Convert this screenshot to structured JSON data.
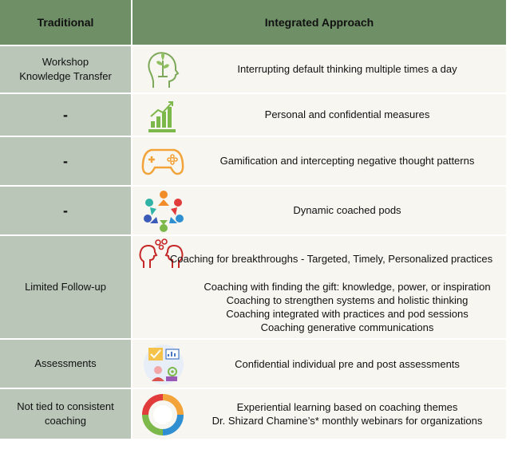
{
  "header": {
    "traditional": "Traditional",
    "integrated": "Integrated Approach"
  },
  "rows": [
    {
      "traditional": [
        "Workshop",
        "Knowledge Transfer"
      ],
      "icon": "head-plant-icon",
      "integrated": [
        "Interrupting default thinking multiple times a day"
      ]
    },
    {
      "traditional": [
        "-"
      ],
      "icon": "bar-chart-growth-icon",
      "integrated": [
        "Personal and confidential measures"
      ]
    },
    {
      "traditional": [
        "-"
      ],
      "icon": "game-controller-icon",
      "integrated": [
        "Gamification and intercepting negative thought patterns"
      ]
    },
    {
      "traditional": [
        "-"
      ],
      "icon": "team-circle-icon",
      "integrated": [
        "Dynamic coached pods"
      ]
    },
    {
      "traditional": [
        "Limited Follow-up"
      ],
      "icon": "heads-gears-icon",
      "integrated_first": "Coaching for breakthroughs - Targeted, Timely, Personalized practices",
      "integrated": [
        "Coaching with finding the gift: knowledge, power, or inspiration",
        "Coaching to strengthen systems and holistic thinking",
        "Coaching integrated with practices and pod sessions",
        "Coaching generative communications"
      ]
    },
    {
      "traditional": [
        "Assessments"
      ],
      "icon": "assessment-checklist-icon",
      "integrated": [
        "Confidential individual pre and post assessments"
      ]
    },
    {
      "traditional": [
        "Not tied to consistent",
        "coaching"
      ],
      "icon": "cycle-arrows-icon",
      "integrated": [
        "Experiential learning based on coaching themes",
        "Dr. Shizard Chamine’s* monthly webinars for organizations"
      ]
    }
  ]
}
